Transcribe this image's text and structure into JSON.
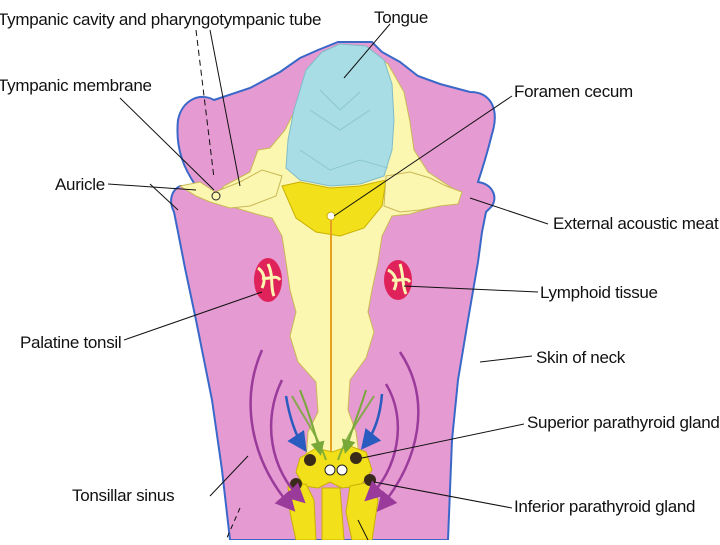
{
  "labels": {
    "tympanic_cavity": "Tympanic cavity and pharyngotympanic tube",
    "tympanic_membrane": "Tympanic membrane",
    "auricle": "Auricle",
    "palatine_tonsil": "Palatine tonsil",
    "tonsillar_sinus": "Tonsillar sinus",
    "tongue": "Tongue",
    "foramen_cecum": "Foramen cecum",
    "external_acoustic_meatus": "External acoustic meat",
    "lymphoid_tissue": "Lymphoid tissue",
    "skin_of_neck": "Skin of neck",
    "superior_parathyroid": "Superior parathyroid gland",
    "inferior_parathyroid": "Inferior parathyroid gland"
  },
  "colors": {
    "pink": "#e59ad2",
    "pink_dark": "#cf6fb8",
    "cream": "#fbf6b0",
    "tongue_blue": "#a9dde6",
    "yellow": "#f2e11a",
    "red_tonsil": "#e0225a",
    "outline_blue": "#3a68c8",
    "arrow_purple": "#9a3a9a",
    "arrow_blue": "#2a5cc0",
    "arrow_green": "#78a838"
  }
}
